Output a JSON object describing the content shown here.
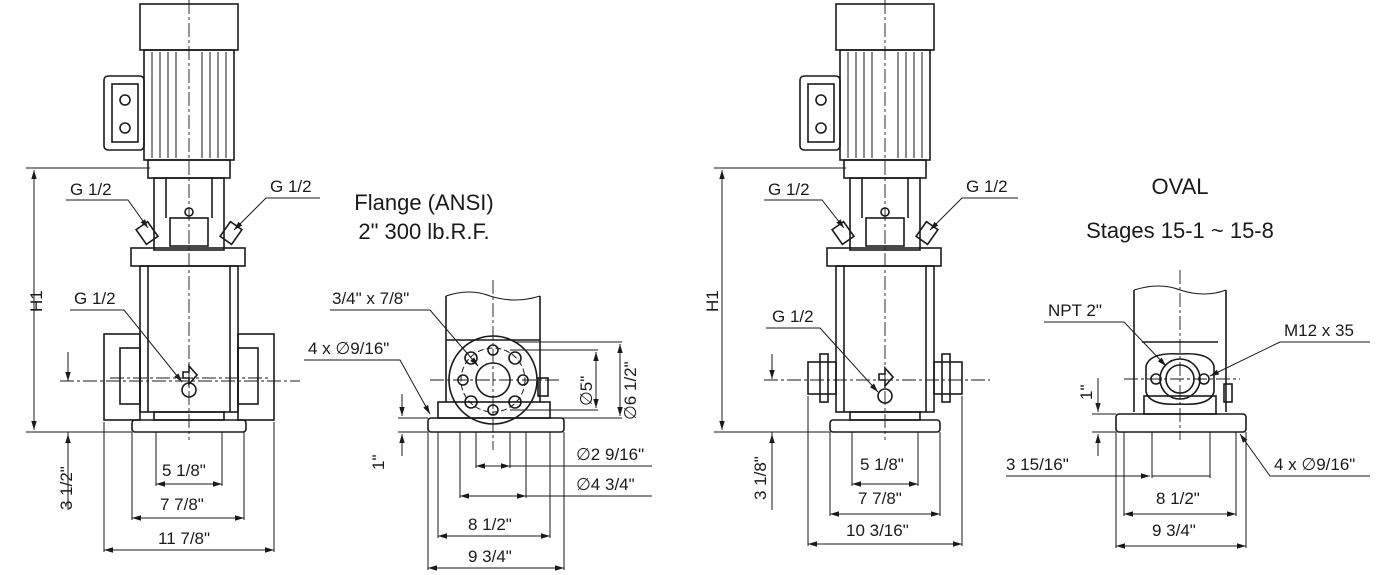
{
  "left_pump": {
    "port_left": "G 1/2",
    "port_right": "G 1/2",
    "port_drain": "G 1/2",
    "height": "H1",
    "inlet_height": "3 1/2\"",
    "dim_inner": "5 1/8\"",
    "dim_mid": "7 7/8\"",
    "dim_outer": "11 7/8\""
  },
  "flange_view": {
    "title_line1": "Flange (ANSI)",
    "title_line2": "2\" 300 lb.R.F.",
    "bolt": "3/4\" x 7/8\"",
    "holes": "4 x ∅9/16\"",
    "dia_5": "∅5\"",
    "dia_6_5": "∅6 1/2\"",
    "dia_2_9_16": "∅2 9/16\"",
    "dia_4_3_4": "∅4 3/4\"",
    "height_1": "1\"",
    "width_8_5": "8 1/2\"",
    "width_9_75": "9 3/4\""
  },
  "right_pump": {
    "port_left": "G 1/2",
    "port_right": "G 1/2",
    "port_drain": "G 1/2",
    "height": "H1",
    "inlet_height": "3 1/8\"",
    "dim_inner": "5 1/8\"",
    "dim_mid": "7 7/8\"",
    "dim_outer": "10 3/16\""
  },
  "oval_view": {
    "title_line1": "OVAL",
    "title_line2": "Stages 15-1 ~ 15-8",
    "thread": "NPT 2\"",
    "bolt": "M12 x 35",
    "height_1": "1\"",
    "offset": "3 15/16\"",
    "holes": "4 x ∅9/16\"",
    "width_8_5": "8 1/2\"",
    "width_9_75": "9 3/4\""
  }
}
